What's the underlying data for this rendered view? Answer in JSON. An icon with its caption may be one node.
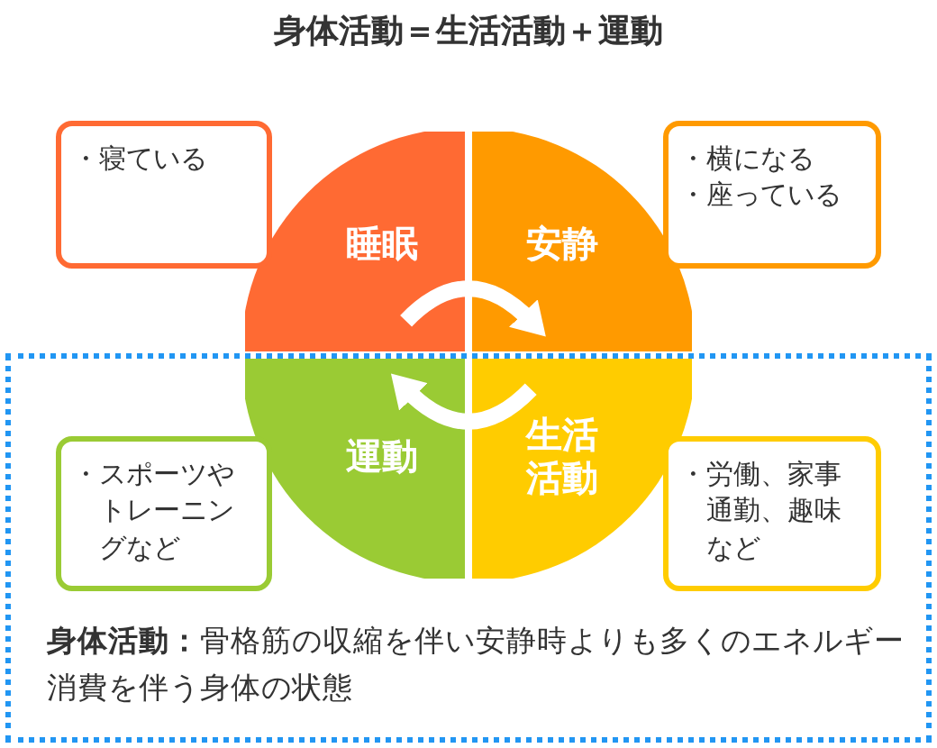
{
  "diagram": {
    "title": "身体活動＝生活活動＋運動",
    "nodes": [
      {
        "text": [
          "睡眠"
        ]
      },
      {
        "text": [
          "安静"
        ]
      },
      {
        "text": [
          "・寝ている"
        ]
      },
      {
        "text": [
          "・横になる",
          "・座っている"
        ]
      },
      {
        "text": [
          "**身体活動：**骨格筋の収縮を伴い安静時よりも多くのエネルギー消費を伴う身体の状態"
        ]
      },
      {
        "text": [
          "運動"
        ],
        "in": 4
      },
      {
        "text": [
          "生活活動"
        ],
        "in": 4
      },
      {
        "text": [
          "・スポーツやトレーニングなど"
        ],
        "in": 4
      },
      {
        "text": [
          "・労働、家事通勤、趣味など"
        ],
        "in": 4
      }
    ],
    "edges": [
      {
        "from": 0,
        "to": 1,
        "arrow": "to"
      },
      {
        "from": 6,
        "to": 5,
        "arrow": "to"
      }
    ]
  }
}
